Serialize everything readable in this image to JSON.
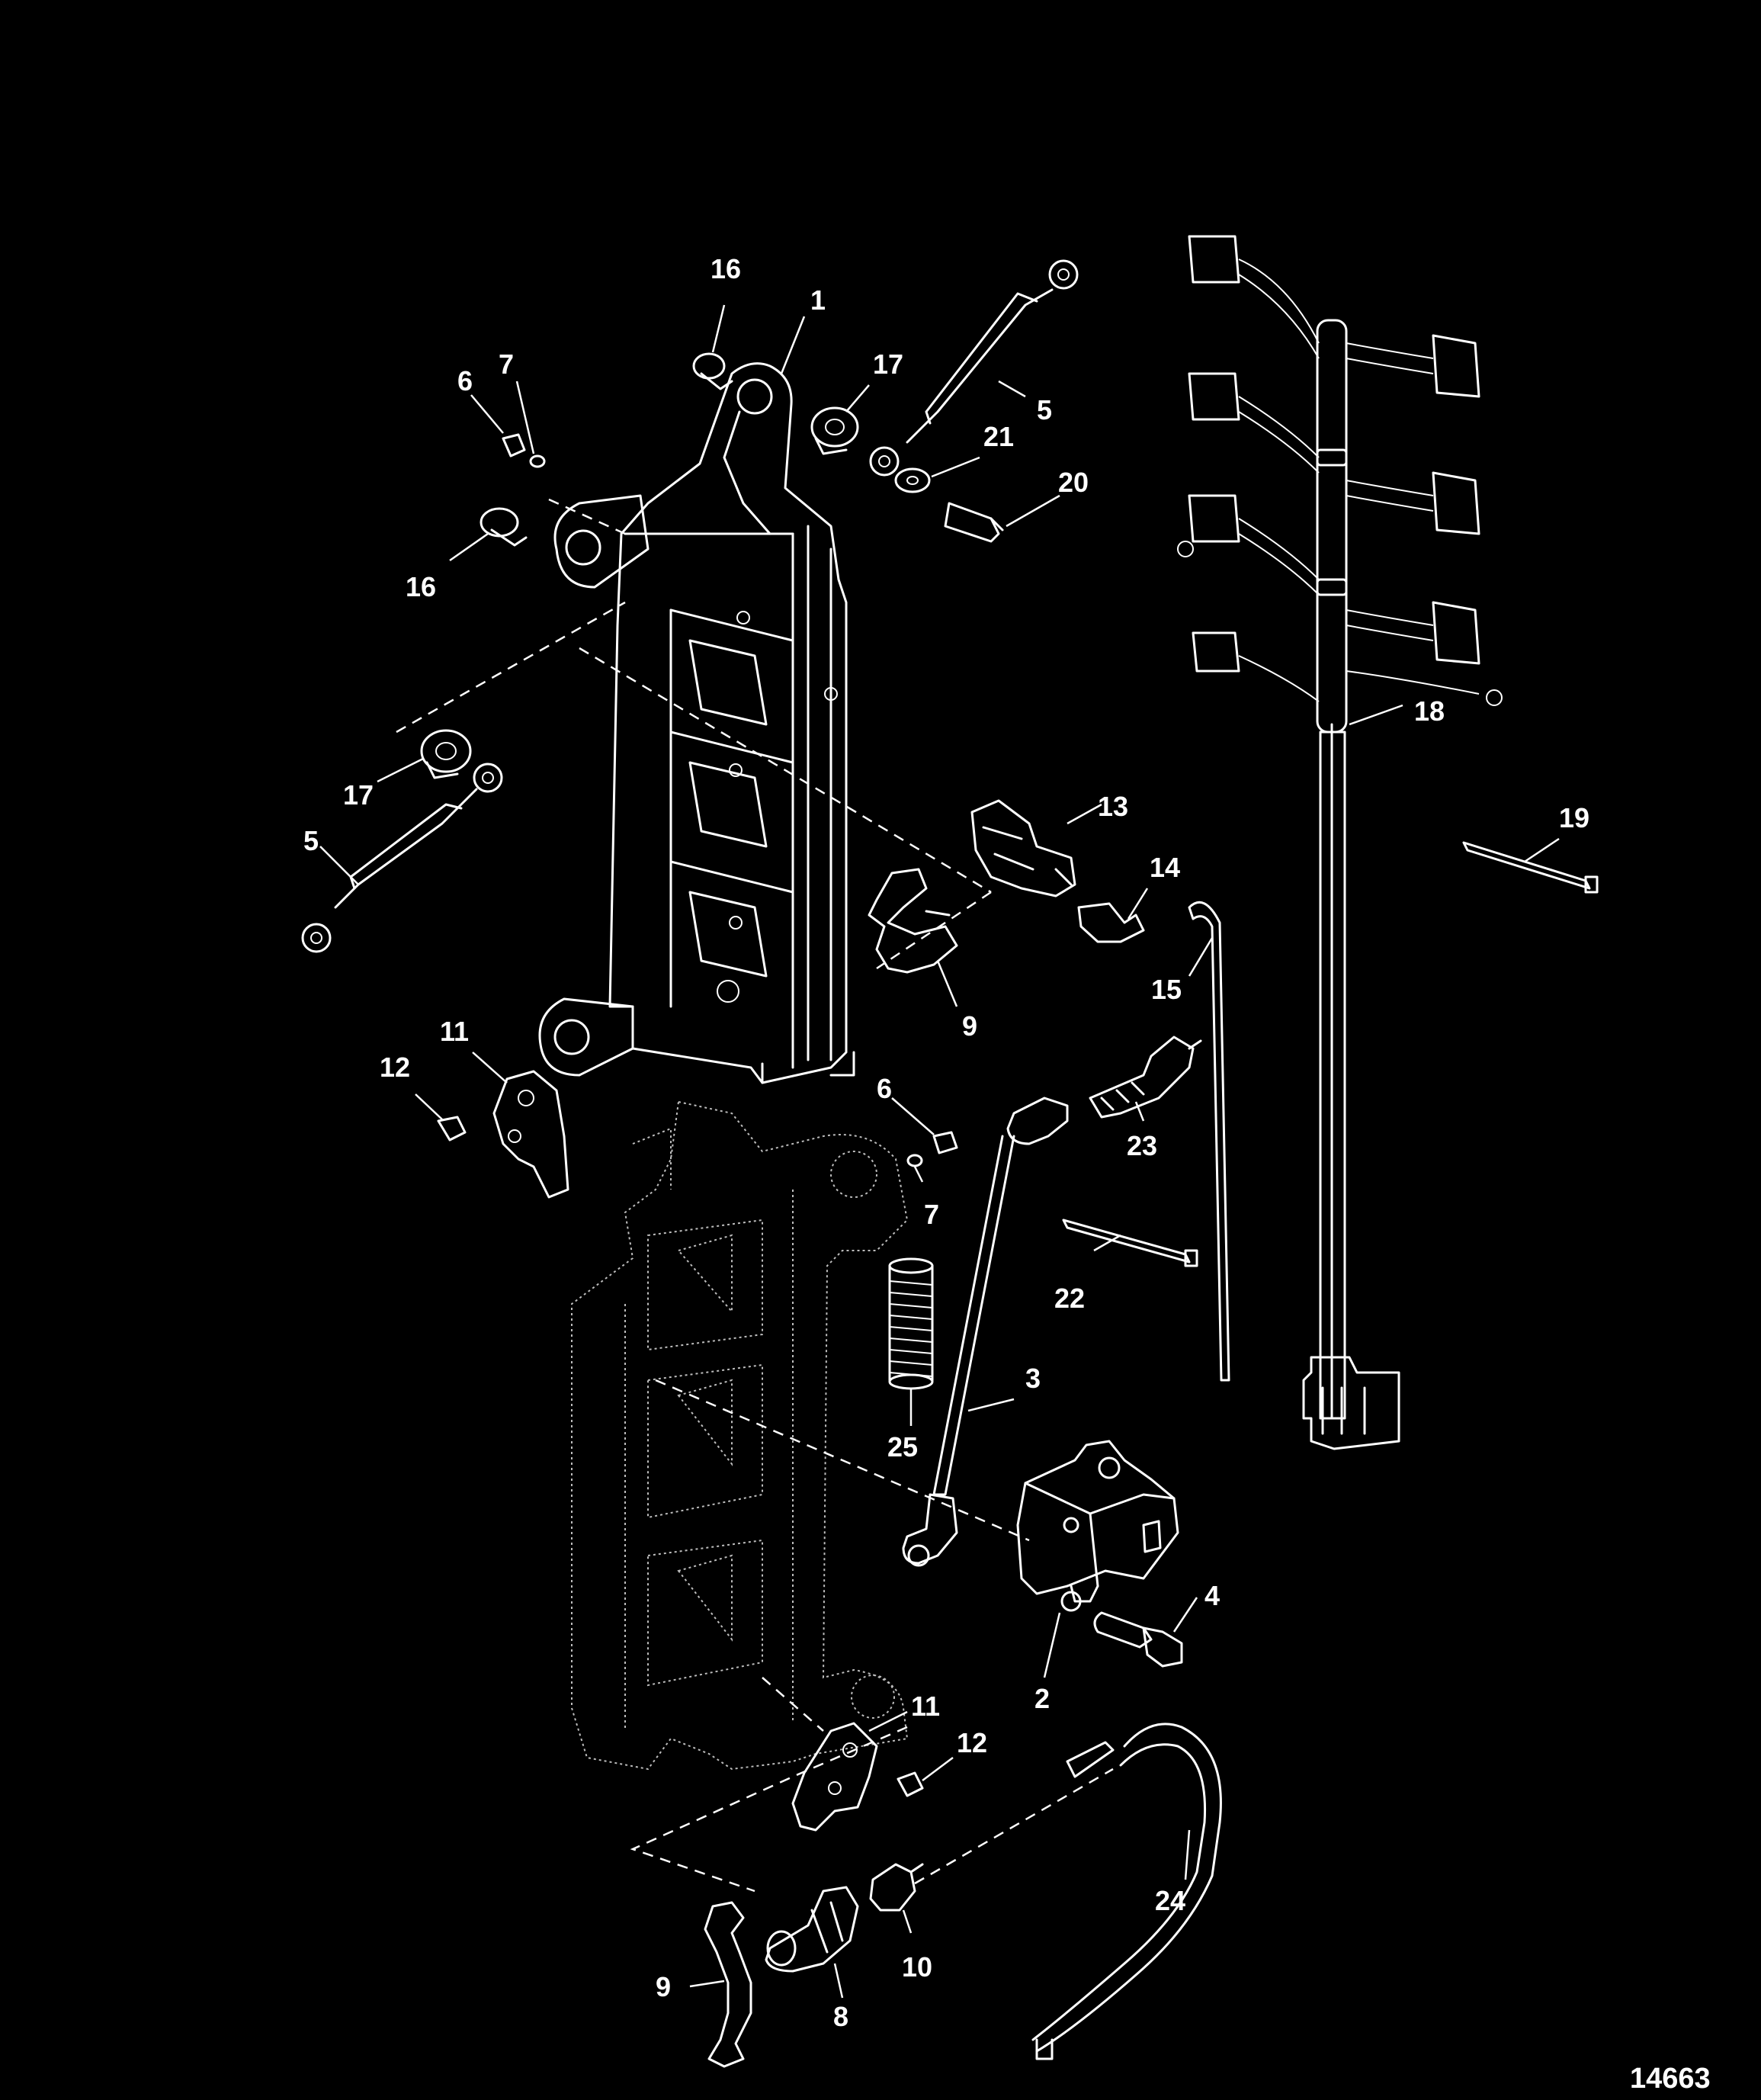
{
  "diagram": {
    "figure_number": "14663",
    "callouts": [
      {
        "id": "c16a",
        "label": "16"
      },
      {
        "id": "c1",
        "label": "1"
      },
      {
        "id": "c17a",
        "label": "17"
      },
      {
        "id": "c5a",
        "label": "5"
      },
      {
        "id": "c21",
        "label": "21"
      },
      {
        "id": "c20",
        "label": "20"
      },
      {
        "id": "c6a",
        "label": "6"
      },
      {
        "id": "c7a",
        "label": "7"
      },
      {
        "id": "c16b",
        "label": "16"
      },
      {
        "id": "c17b",
        "label": "17"
      },
      {
        "id": "c5b",
        "label": "5"
      },
      {
        "id": "c18",
        "label": "18"
      },
      {
        "id": "c19",
        "label": "19"
      },
      {
        "id": "c13",
        "label": "13"
      },
      {
        "id": "c14",
        "label": "14"
      },
      {
        "id": "c15",
        "label": "15"
      },
      {
        "id": "c9a",
        "label": "9"
      },
      {
        "id": "c11a",
        "label": "11"
      },
      {
        "id": "c12a",
        "label": "12"
      },
      {
        "id": "c6b",
        "label": "6"
      },
      {
        "id": "c7b",
        "label": "7"
      },
      {
        "id": "c23",
        "label": "23"
      },
      {
        "id": "c22",
        "label": "22"
      },
      {
        "id": "c3",
        "label": "3"
      },
      {
        "id": "c25",
        "label": "25"
      },
      {
        "id": "c4",
        "label": "4"
      },
      {
        "id": "c2",
        "label": "2"
      },
      {
        "id": "c11b",
        "label": "11"
      },
      {
        "id": "c12b",
        "label": "12"
      },
      {
        "id": "c24",
        "label": "24"
      },
      {
        "id": "c10",
        "label": "10"
      },
      {
        "id": "c9b",
        "label": "9"
      },
      {
        "id": "c8",
        "label": "8"
      }
    ]
  }
}
